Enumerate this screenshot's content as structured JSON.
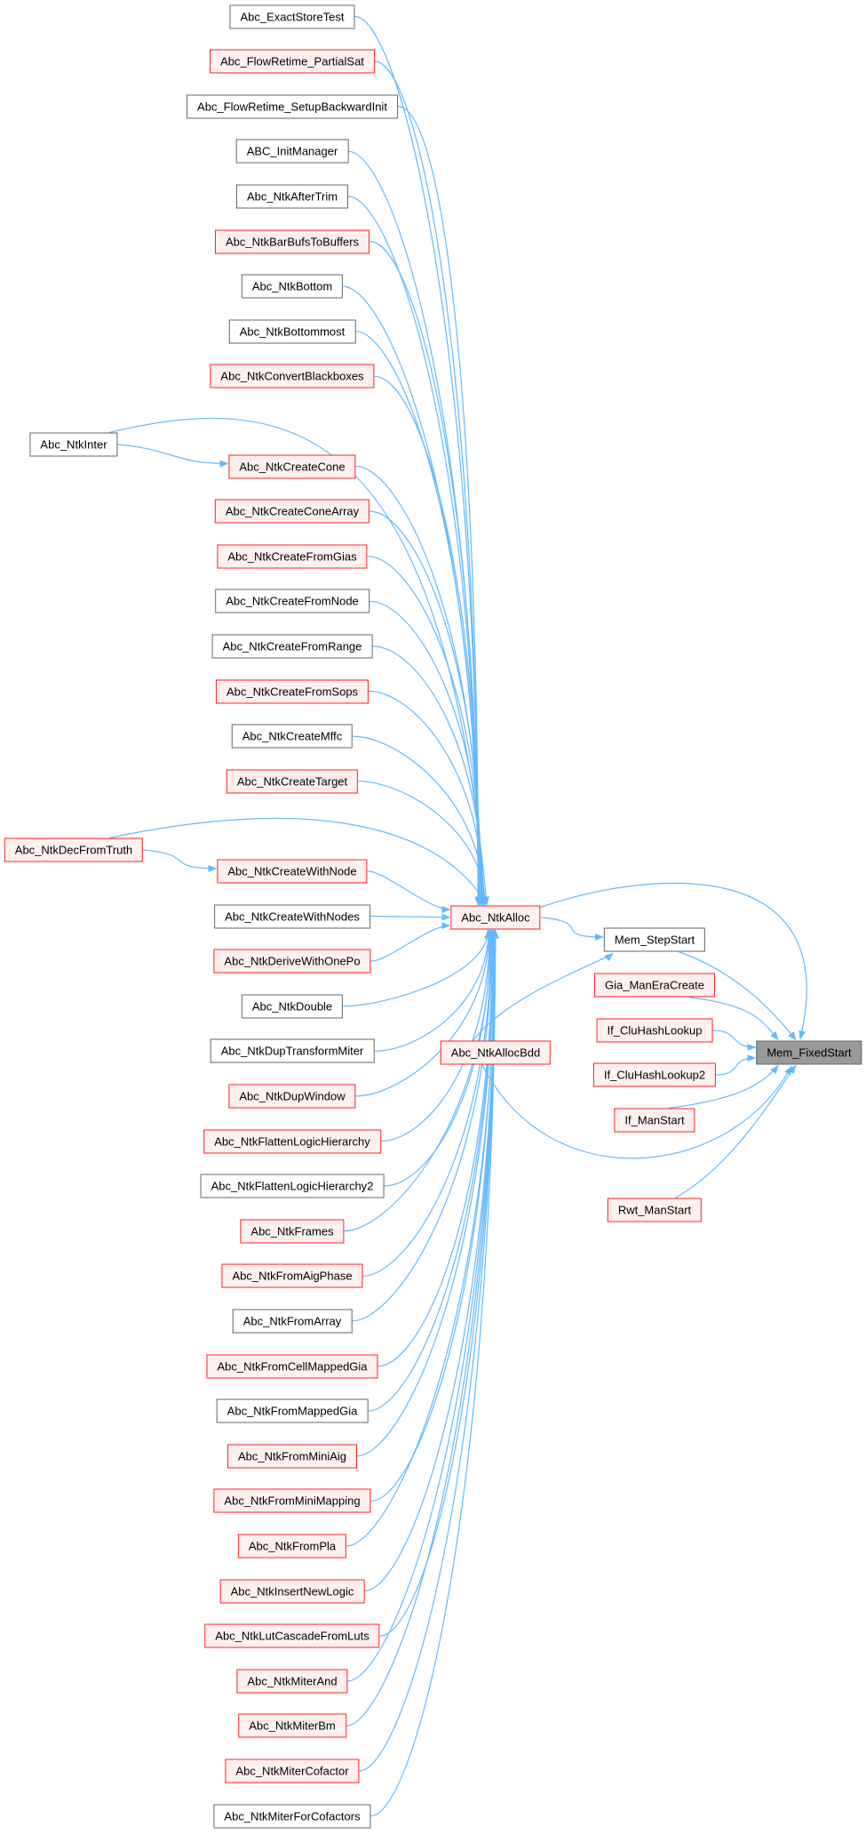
{
  "colors": {
    "edge": "#63b8ff",
    "truncated_border": "#ff2222",
    "truncated_fill": "#fff0f0",
    "normal_border": "#666666",
    "focus_fill": "#999999"
  },
  "graph": {
    "focus": "Mem_FixedStart",
    "column_callers": [
      {
        "label": "Abc_ExactStoreTest",
        "style": "gray"
      },
      {
        "label": "Abc_FlowRetime_PartialSat",
        "style": "red"
      },
      {
        "label": "Abc_FlowRetime_SetupBackwardInit",
        "style": "gray"
      },
      {
        "label": "ABC_InitManager",
        "style": "gray"
      },
      {
        "label": "Abc_NtkAfterTrim",
        "style": "gray"
      },
      {
        "label": "Abc_NtkBarBufsToBuffers",
        "style": "red"
      },
      {
        "label": "Abc_NtkBottom",
        "style": "gray"
      },
      {
        "label": "Abc_NtkBottommost",
        "style": "gray"
      },
      {
        "label": "Abc_NtkConvertBlackboxes",
        "style": "red"
      },
      {
        "label": "Abc_NtkCreateCone",
        "style": "red"
      },
      {
        "label": "Abc_NtkCreateConeArray",
        "style": "red"
      },
      {
        "label": "Abc_NtkCreateFromGias",
        "style": "red"
      },
      {
        "label": "Abc_NtkCreateFromNode",
        "style": "gray"
      },
      {
        "label": "Abc_NtkCreateFromRange",
        "style": "gray"
      },
      {
        "label": "Abc_NtkCreateFromSops",
        "style": "red"
      },
      {
        "label": "Abc_NtkCreateMffc",
        "style": "gray"
      },
      {
        "label": "Abc_NtkCreateTarget",
        "style": "red"
      },
      {
        "label": "Abc_NtkCreateWithNode",
        "style": "red"
      },
      {
        "label": "Abc_NtkCreateWithNodes",
        "style": "gray"
      },
      {
        "label": "Abc_NtkDeriveWithOnePo",
        "style": "red"
      },
      {
        "label": "Abc_NtkDouble",
        "style": "gray"
      },
      {
        "label": "Abc_NtkDupTransformMiter",
        "style": "gray"
      },
      {
        "label": "Abc_NtkDupWindow",
        "style": "red"
      },
      {
        "label": "Abc_NtkFlattenLogicHierarchy",
        "style": "red"
      },
      {
        "label": "Abc_NtkFlattenLogicHierarchy2",
        "style": "gray"
      },
      {
        "label": "Abc_NtkFrames",
        "style": "red"
      },
      {
        "label": "Abc_NtkFromAigPhase",
        "style": "red"
      },
      {
        "label": "Abc_NtkFromArray",
        "style": "gray"
      },
      {
        "label": "Abc_NtkFromCellMappedGia",
        "style": "red"
      },
      {
        "label": "Abc_NtkFromMappedGia",
        "style": "gray"
      },
      {
        "label": "Abc_NtkFromMiniAig",
        "style": "red"
      },
      {
        "label": "Abc_NtkFromMiniMapping",
        "style": "red"
      },
      {
        "label": "Abc_NtkFromPla",
        "style": "red"
      },
      {
        "label": "Abc_NtkInsertNewLogic",
        "style": "red"
      },
      {
        "label": "Abc_NtkLutCascadeFromLuts",
        "style": "red"
      },
      {
        "label": "Abc_NtkMiterAnd",
        "style": "red"
      },
      {
        "label": "Abc_NtkMiterBm",
        "style": "red"
      },
      {
        "label": "Abc_NtkMiterCofactor",
        "style": "red"
      },
      {
        "label": "Abc_NtkMiterForCofactors",
        "style": "gray"
      }
    ],
    "other_nodes": [
      {
        "label": "Abc_NtkInter",
        "style": "gray"
      },
      {
        "label": "Abc_NtkDecFromTruth",
        "style": "red"
      },
      {
        "label": "Abc_NtkAlloc",
        "style": "red"
      },
      {
        "label": "Abc_NtkAllocBdd",
        "style": "red"
      },
      {
        "label": "Mem_StepStart",
        "style": "gray"
      },
      {
        "label": "Gia_ManEraCreate",
        "style": "red"
      },
      {
        "label": "If_CluHashLookup",
        "style": "red"
      },
      {
        "label": "If_CluHashLookup2",
        "style": "red"
      },
      {
        "label": "If_ManStart",
        "style": "red"
      },
      {
        "label": "Rwt_ManStart",
        "style": "red"
      },
      {
        "label": "Mem_FixedStart",
        "style": "focus"
      }
    ],
    "extra_edges": [
      [
        "Abc_NtkInter",
        "Abc_NtkCreateCone"
      ],
      [
        "Abc_NtkInter",
        "Abc_NtkAlloc"
      ],
      [
        "Abc_NtkDecFromTruth",
        "Abc_NtkCreateWithNode"
      ],
      [
        "Abc_NtkDecFromTruth",
        "Abc_NtkAlloc"
      ],
      [
        "Abc_NtkAlloc",
        "Mem_StepStart"
      ],
      [
        "Abc_NtkAlloc",
        "Mem_FixedStart"
      ],
      [
        "Abc_NtkAllocBdd",
        "Mem_StepStart"
      ],
      [
        "Abc_NtkAllocBdd",
        "Mem_FixedStart"
      ],
      [
        "Mem_StepStart",
        "Mem_FixedStart"
      ],
      [
        "Gia_ManEraCreate",
        "Mem_FixedStart"
      ],
      [
        "If_CluHashLookup",
        "Mem_FixedStart"
      ],
      [
        "If_CluHashLookup2",
        "Mem_FixedStart"
      ],
      [
        "If_ManStart",
        "Mem_FixedStart"
      ],
      [
        "Rwt_ManStart",
        "Mem_FixedStart"
      ]
    ],
    "column_target": "Abc_NtkAlloc"
  }
}
